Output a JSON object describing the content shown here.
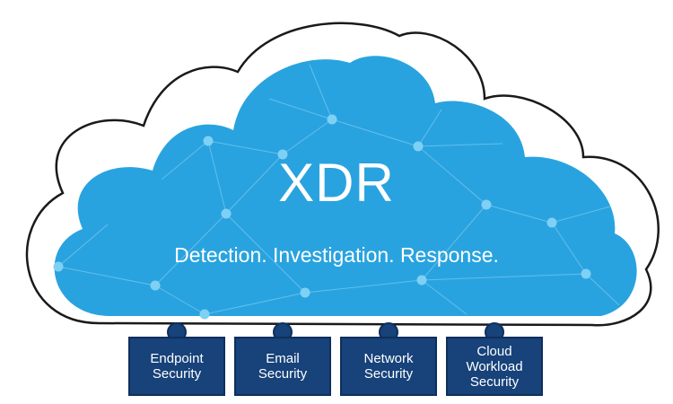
{
  "diagram": {
    "title": "XDR",
    "tagline": "Detection. Investigation. Response.",
    "components": [
      {
        "label": "Endpoint\nSecurity"
      },
      {
        "label": "Email\nSecurity"
      },
      {
        "label": "Network\nSecurity"
      },
      {
        "label": "Cloud\nWorkload\nSecurity"
      }
    ]
  },
  "colors": {
    "cloud_fill": "#29a3df",
    "network_lines": "#6cc4ee",
    "node_dots": "#7fd0f5",
    "component_box": "#17427a",
    "outline": "#1a1a1a"
  }
}
